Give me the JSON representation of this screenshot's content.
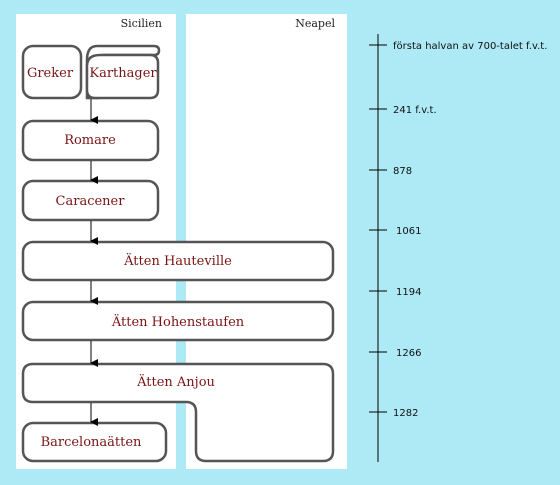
{
  "columns": {
    "left": "Sicilien",
    "right": "Neapel"
  },
  "rulers": {
    "greker": "Greker",
    "karthager": "Karthager",
    "romare": "Romare",
    "caracener": "Caracener",
    "hauteville": "Ätten Hauteville",
    "hohenstaufen": "Ätten Hohenstaufen",
    "anjou": "Ätten Anjou",
    "barcelona": "Barcelonaätten"
  },
  "timeline": [
    "första halvan av 700-talet f.v.t.",
    "241 f.v.t.",
    "878",
    "1061",
    "1194",
    "1266",
    "1282"
  ],
  "colors": {
    "background": "#aeeaf6",
    "column": "#ffffff",
    "frame": "#555555",
    "text": "#7a1414"
  }
}
